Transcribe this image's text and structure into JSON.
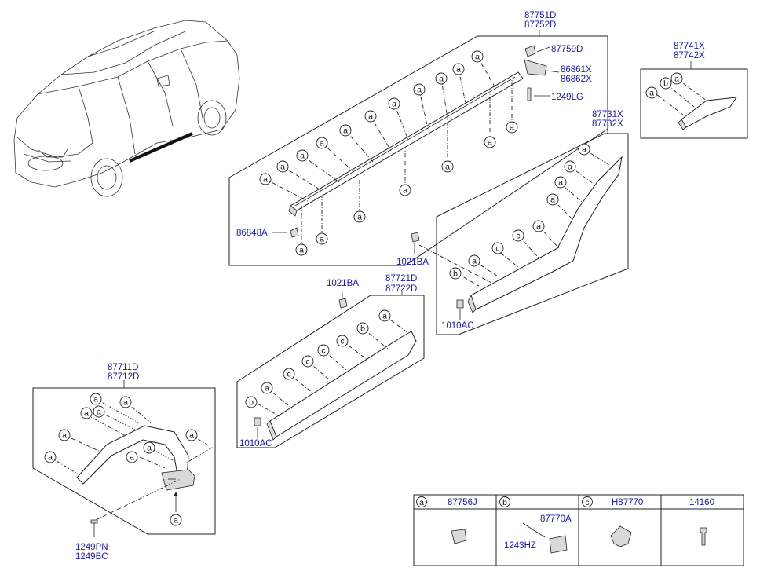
{
  "callouts": {
    "p87751D": "87751D",
    "p87752D": "87752D",
    "p87759D": "87759D",
    "p86861X": "86861X",
    "p86862X": "86862X",
    "p1249LG": "1249LG",
    "p86848A": "86848A",
    "p87741X": "87741X",
    "p87742X": "87742X",
    "p87731X": "87731X",
    "p87732X": "87732X",
    "p1021BA_a": "1021BA",
    "p1010AC_a": "1010AC",
    "p1021BA_b": "1021BA",
    "p87721D": "87721D",
    "p87722D": "87722D",
    "p1010AC_b": "1010AC",
    "p87711D": "87711D",
    "p87712D": "87712D",
    "p1249PN": "1249PN",
    "p1249BC": "1249BC"
  },
  "markers": {
    "a": "a",
    "b": "b",
    "c": "c"
  },
  "legend": {
    "col_a_letter": "a",
    "col_a_part": "87756J",
    "col_b_letter": "b",
    "col_b_part": "87770A",
    "col_b_sub": "1243HZ",
    "col_c_letter": "c",
    "col_c_part": "H87770",
    "col_d_part": "14160"
  }
}
